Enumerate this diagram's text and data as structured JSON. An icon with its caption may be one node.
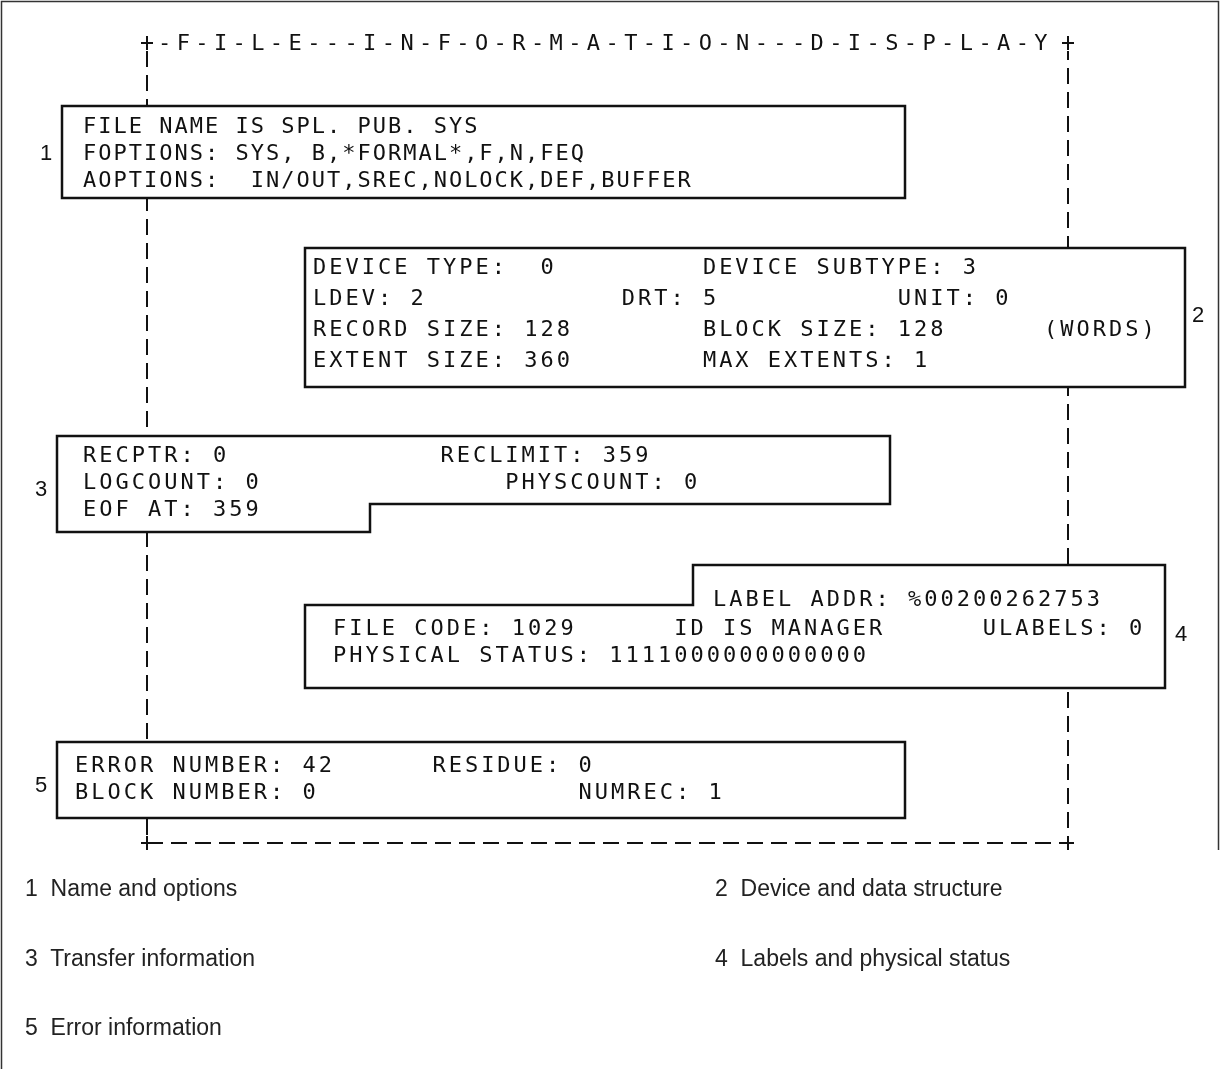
{
  "diagram": {
    "title": "-F-I-L-E---I-N-F-O-R-M-A-T-I-O-N---D-I-S-P-L-A-Y",
    "nodes": [
      {
        "text": [
          "FILE NAME IS SPL. PUB. SYS",
          "FOPTIONS: SYS, B,*FORMAL*,F,N,FEQ",
          "AOPTIONS:  IN/OUT,SREC,NOLOCK,DEF,BUFFER"
        ],
        "beside": [
          "1"
        ]
      },
      {
        "text": [
          "DEVICE TYPE:  0         DEVICE SUBTYPE: 3",
          "LDEV: 2            DRT: 5           UNIT: 0",
          "RECORD SIZE: 128        BLOCK SIZE: 128      (WORDS)",
          "EXTENT SIZE: 360        MAX EXTENTS: 1"
        ],
        "beside": [
          "2"
        ]
      },
      {
        "text": [
          "RECPTR: 0             RECLIMIT: 359",
          "LOGCOUNT: 0               PHYSCOUNT: 0",
          "EOF AT: 359"
        ],
        "beside": [
          "3"
        ]
      },
      {
        "text": [
          "LABEL ADDR: %00200262753",
          "FILE CODE: 1029      ID IS MANAGER      ULABELS: 0",
          "PHYSICAL STATUS: 1111000000000000"
        ],
        "beside": [
          "4"
        ]
      },
      {
        "text": [
          "ERROR NUMBER: 42      RESIDUE: 0",
          "BLOCK NUMBER: 0                NUMREC: 1"
        ],
        "beside": [
          "5"
        ]
      }
    ],
    "edges": [],
    "labels": [
      "1  Name and options",
      "2  Device and data structure",
      "3  Transfer information",
      "4  Labels and physical status",
      "5  Error information"
    ]
  }
}
